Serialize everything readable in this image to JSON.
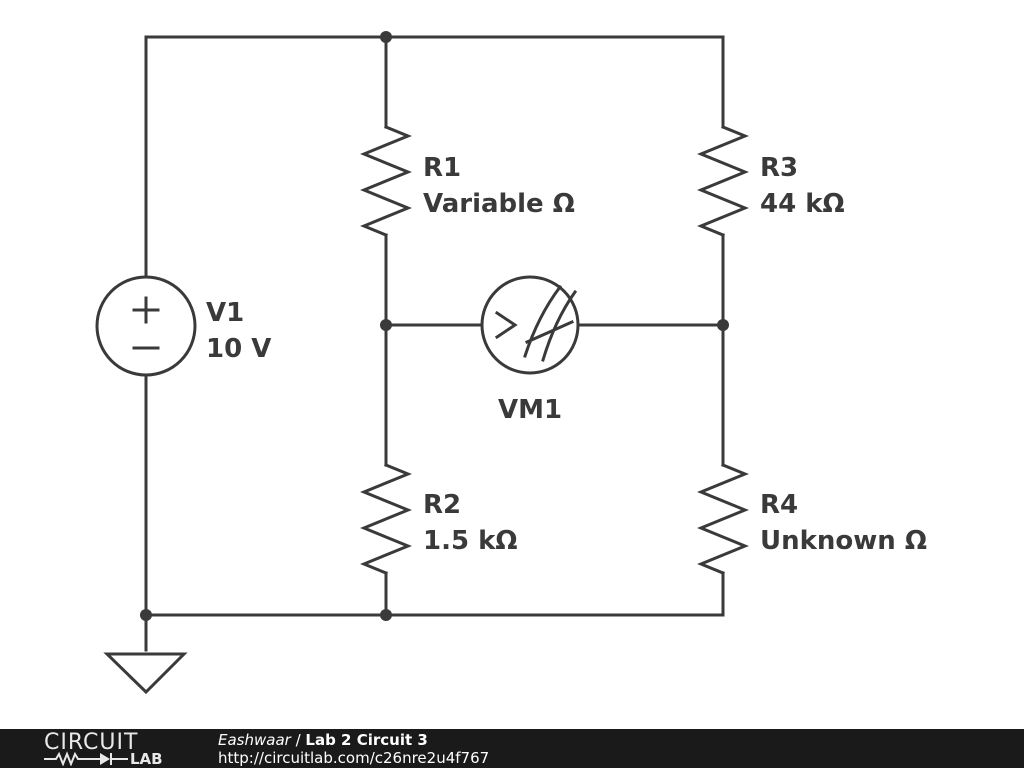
{
  "components": {
    "v1": {
      "name": "V1",
      "value": "10 V",
      "plus": "+",
      "minus": "−"
    },
    "r1": {
      "name": "R1",
      "value": "Variable Ω"
    },
    "r2": {
      "name": "R2",
      "value": "1.5 kΩ"
    },
    "r3": {
      "name": "R3",
      "value": "44 kΩ"
    },
    "r4": {
      "name": "R4",
      "value": "Unknown Ω"
    },
    "vm1": {
      "name": "VM1",
      "glyph": ">"
    }
  },
  "footer": {
    "logo_top": "CIRCUIT",
    "logo_bottom": "LAB",
    "author": "Eashwaar",
    "separator": " / ",
    "title": "Lab 2 Circuit 3",
    "url": "http://circuitlab.com/c26nre2u4f767"
  },
  "colors": {
    "wire": "#3a3a3a",
    "footer_bg": "#1a1a1a",
    "footer_text": "#ffffff"
  }
}
